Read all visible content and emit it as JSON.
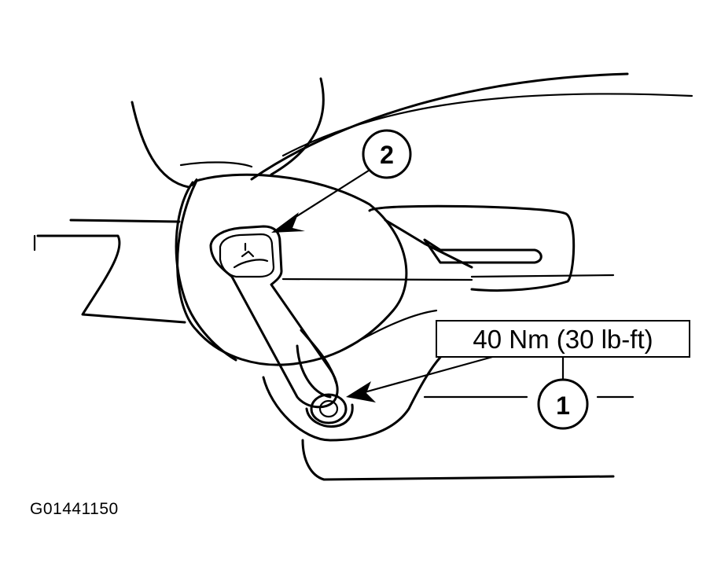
{
  "callouts": {
    "one": "1",
    "two": "2"
  },
  "torque_spec": "40 Nm (30 lb-ft)",
  "figure_code": "G01441150"
}
